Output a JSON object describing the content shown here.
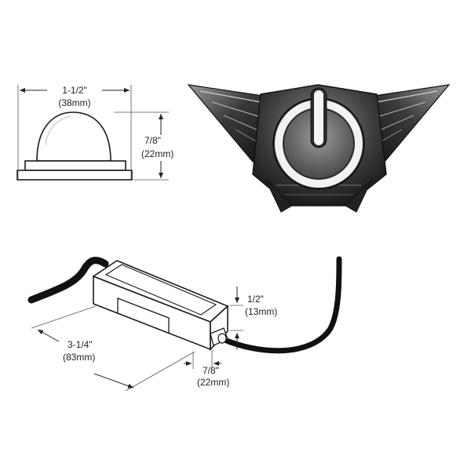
{
  "dimensions": {
    "dome_width": {
      "inch": "1-1/2\"",
      "mm": "(38mm)"
    },
    "dome_height": {
      "inch": "7/8\"",
      "mm": "(22mm)"
    },
    "box_height": {
      "inch": "1/2\"",
      "mm": "(13mm)"
    },
    "box_length": {
      "inch": "3-1/4\"",
      "mm": "(83mm)"
    },
    "box_width": {
      "inch": "7/8\"",
      "mm": "(22mm)"
    }
  },
  "colors": {
    "line": "#1a1a1a",
    "metal_dark": "#2b2b2b",
    "metal_mid": "#6b6b6b",
    "glow": "#f2f2f2"
  },
  "icons": {
    "light": "power-symbol-light-icon"
  }
}
